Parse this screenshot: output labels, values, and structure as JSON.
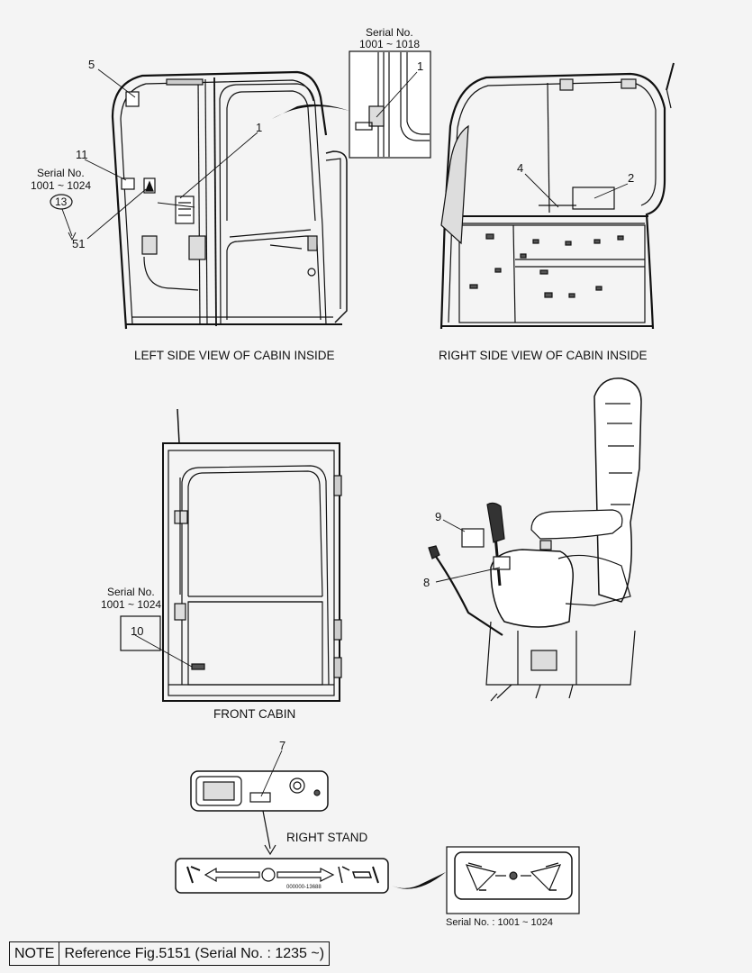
{
  "views": {
    "left_side": "LEFT SIDE VIEW OF CABIN INSIDE",
    "right_side": "RIGHT SIDE VIEW OF CABIN INSIDE",
    "front_cabin": "FRONT CABIN",
    "right_stand": "RIGHT STAND"
  },
  "serials": {
    "s1018_label": "Serial No.",
    "s1018_range": "1001 ~ 1018",
    "s1024_left_label": "Serial No.",
    "s1024_left_range": "1001 ~ 1024",
    "s1024_front_label": "Serial No.",
    "s1024_front_range": "1001 ~ 1024",
    "s1024_bottom": "Serial No. : 1001 ~ 1024"
  },
  "callouts": {
    "c1a": "1",
    "c1b": "1",
    "c2": "2",
    "c4": "4",
    "c5": "5",
    "c7": "7",
    "c8": "8",
    "c9": "9",
    "c10": "10",
    "c11": "11",
    "c13": "13",
    "c51": "51"
  },
  "note": {
    "key": "NOTE",
    "text": "Reference Fig.5151 (Serial No. : 1235 ~)"
  },
  "decal_code": "000000-13688"
}
